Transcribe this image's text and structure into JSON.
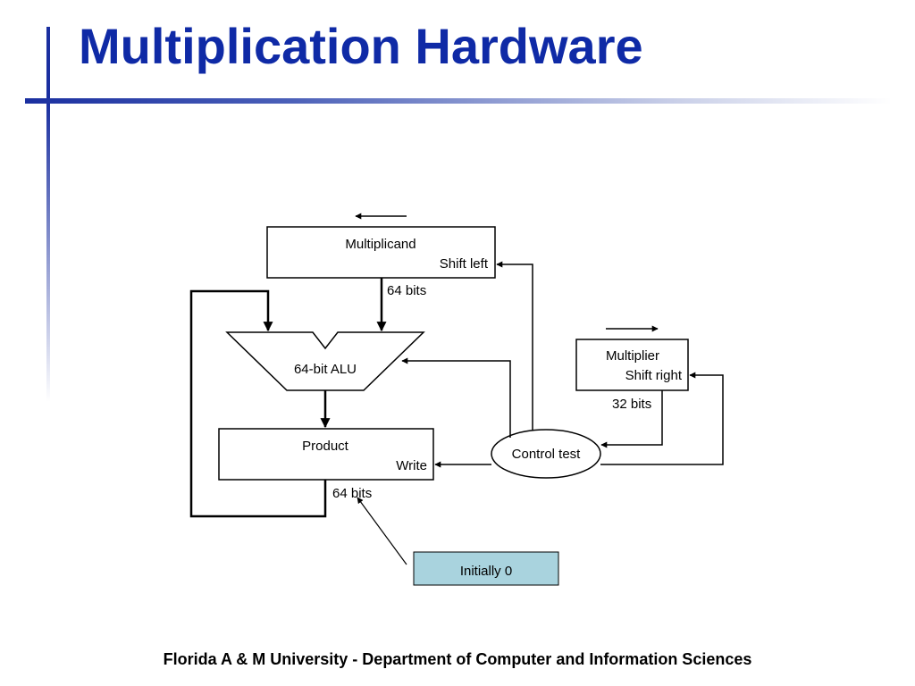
{
  "slide": {
    "title": "Multiplication Hardware",
    "footer": "Florida A & M University - Department of Computer and Information Sciences"
  },
  "diagram": {
    "multiplicand": {
      "name": "Multiplicand",
      "action": "Shift left",
      "width_label": "64 bits"
    },
    "alu": {
      "label": "64-bit ALU"
    },
    "product": {
      "name": "Product",
      "action": "Write",
      "width_label": "64 bits"
    },
    "multiplier": {
      "name": "Multiplier",
      "action": "Shift right",
      "width_label": "32 bits"
    },
    "control": {
      "label": "Control test"
    },
    "callout": {
      "text": "Initially 0",
      "fill": "#a9d3de"
    }
  },
  "colors": {
    "title": "#0f2aa6",
    "accent_bar": "#1a2fa0"
  }
}
